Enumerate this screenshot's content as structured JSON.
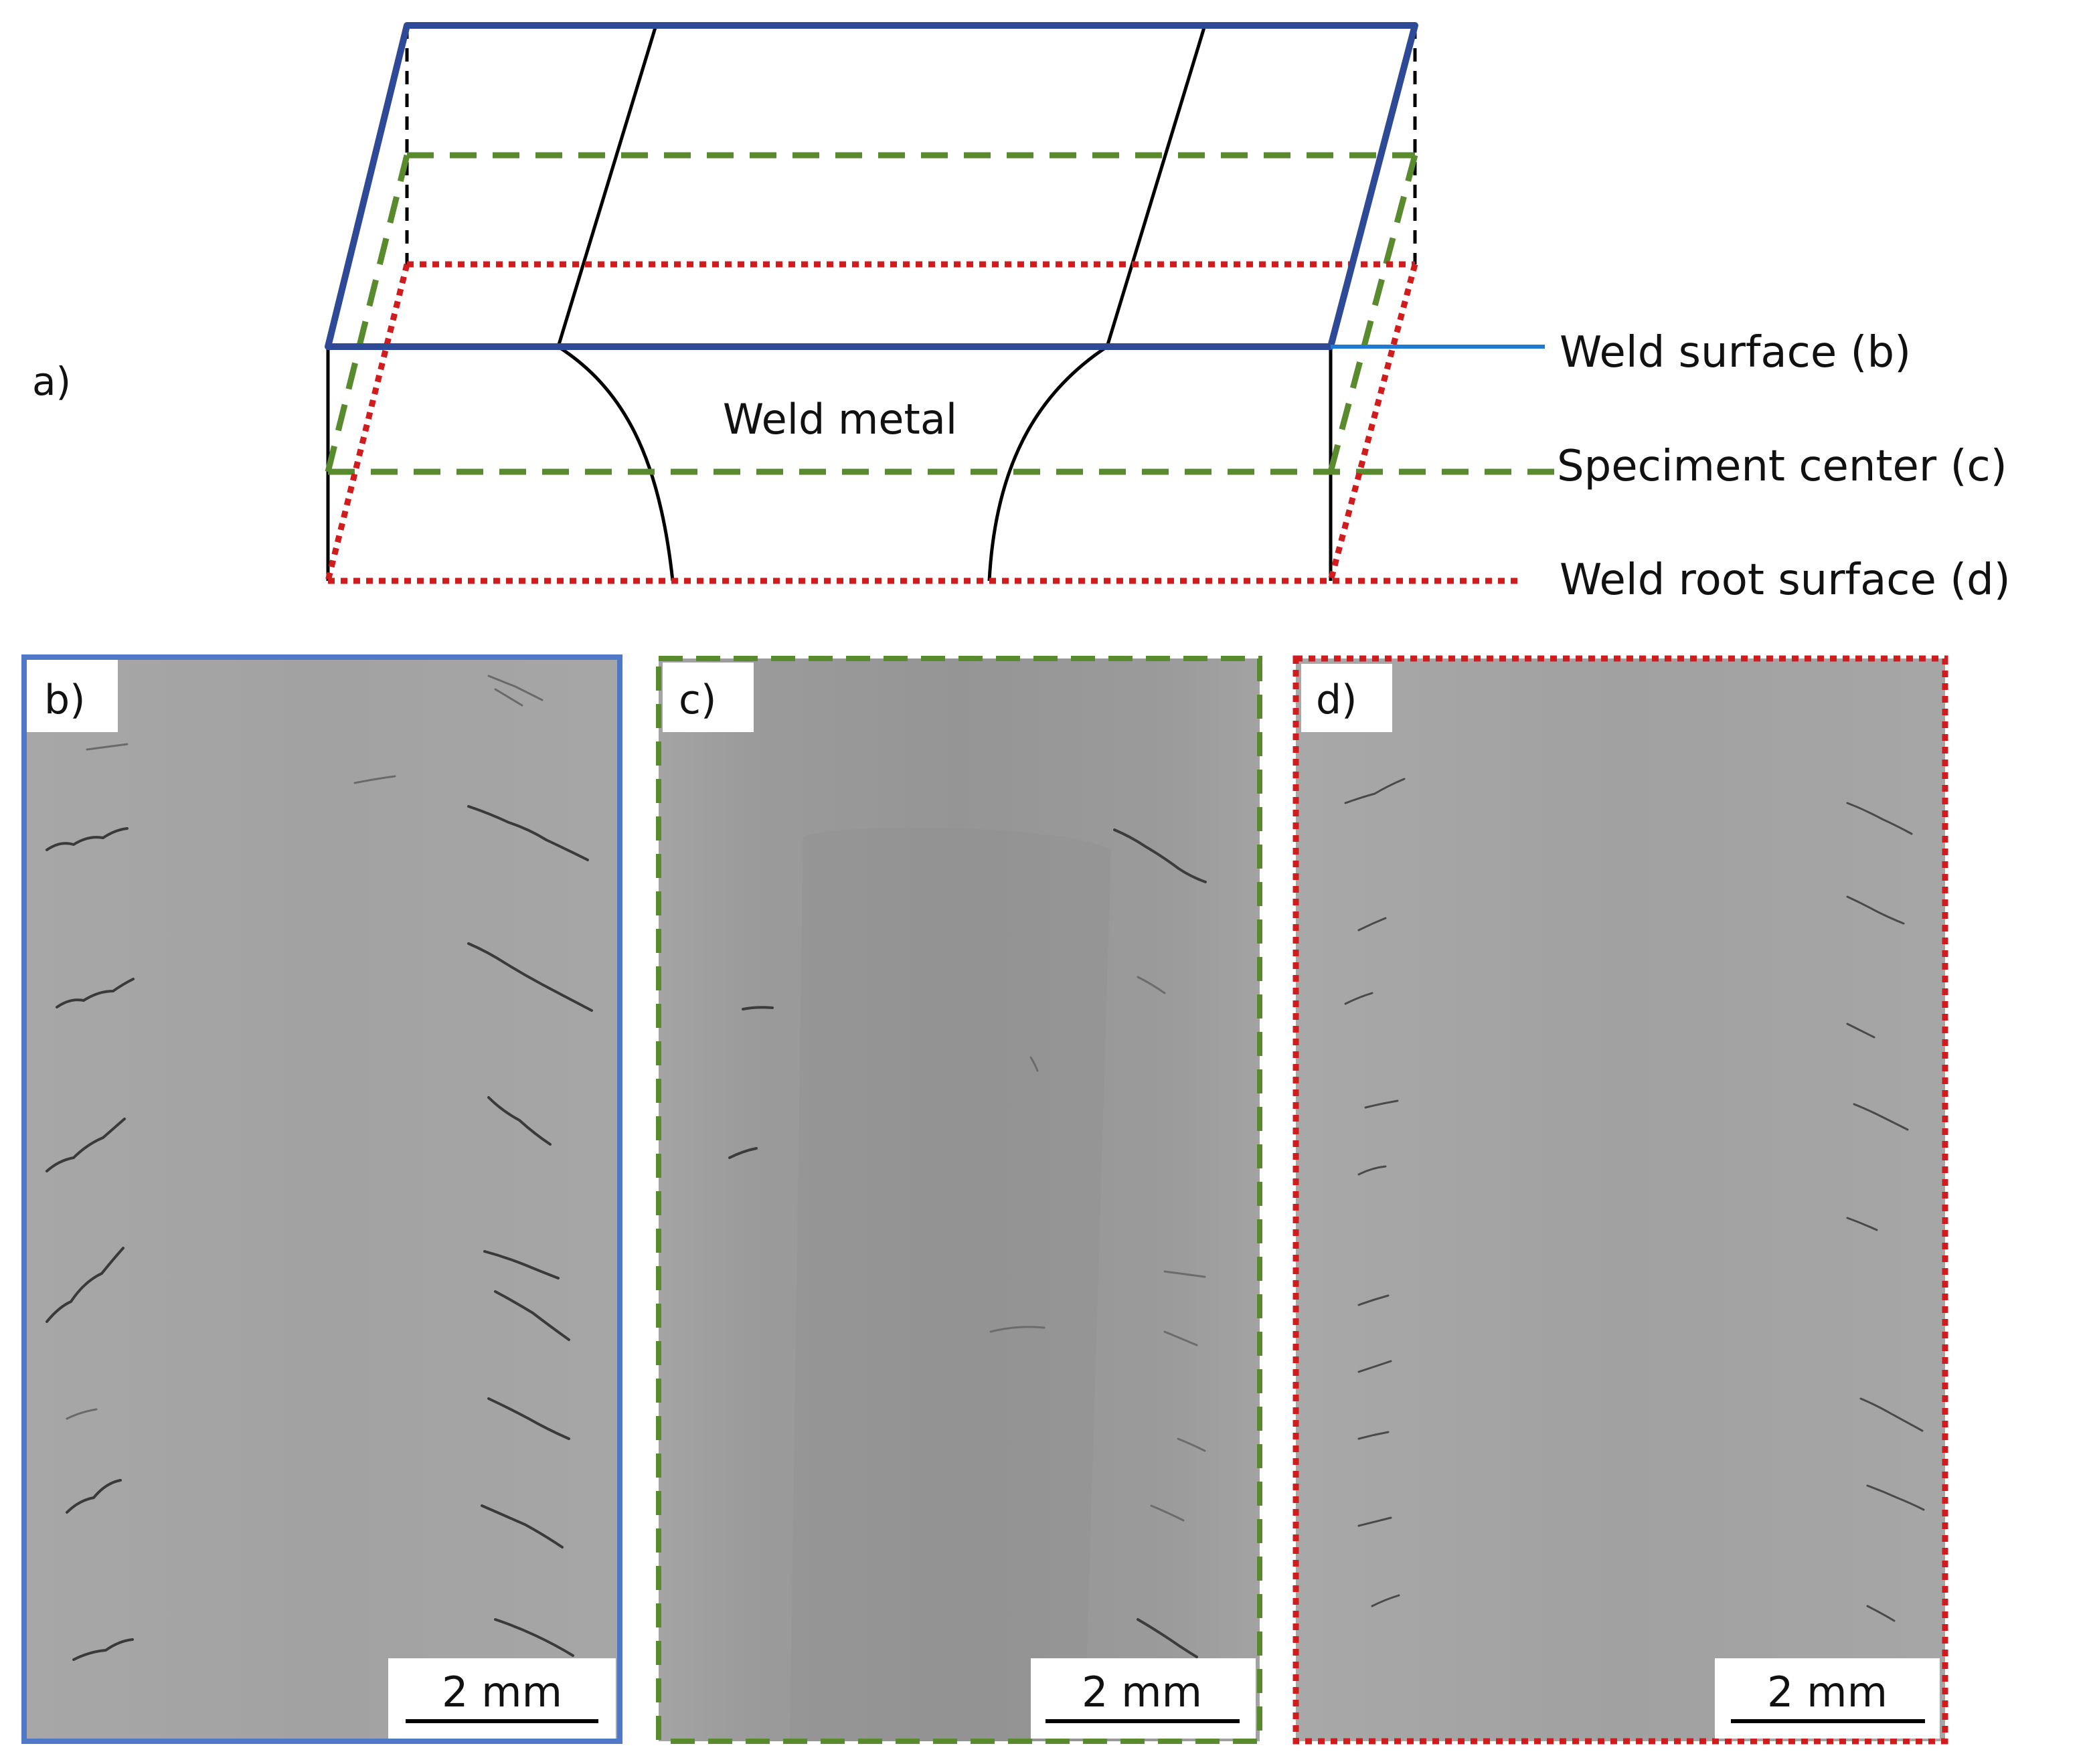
{
  "diagram": {
    "panel_a": {
      "tag": "a)",
      "weld_metal_label": "Weld metal",
      "planes": [
        {
          "id": "b",
          "label": "Weld surface (b)",
          "color": "#2e4a97",
          "style": "solid"
        },
        {
          "id": "c",
          "label": "Speciment center (c)",
          "color": "#5a8a2e",
          "style": "dashed"
        },
        {
          "id": "d",
          "label": "Weld root surface (d)",
          "color": "#d01c1c",
          "style": "dotted"
        }
      ],
      "leader_color": "#1f7ad6"
    },
    "micrographs": [
      {
        "tag": "b)",
        "scale_bar": "2 mm",
        "frame_color": "#4f78c8",
        "frame_style": "solid"
      },
      {
        "tag": "c)",
        "scale_bar": "2 mm",
        "frame_color": "#5a8a2e",
        "frame_style": "dashed"
      },
      {
        "tag": "d)",
        "scale_bar": "2 mm",
        "frame_color": "#d01c1c",
        "frame_style": "dotted"
      }
    ]
  }
}
